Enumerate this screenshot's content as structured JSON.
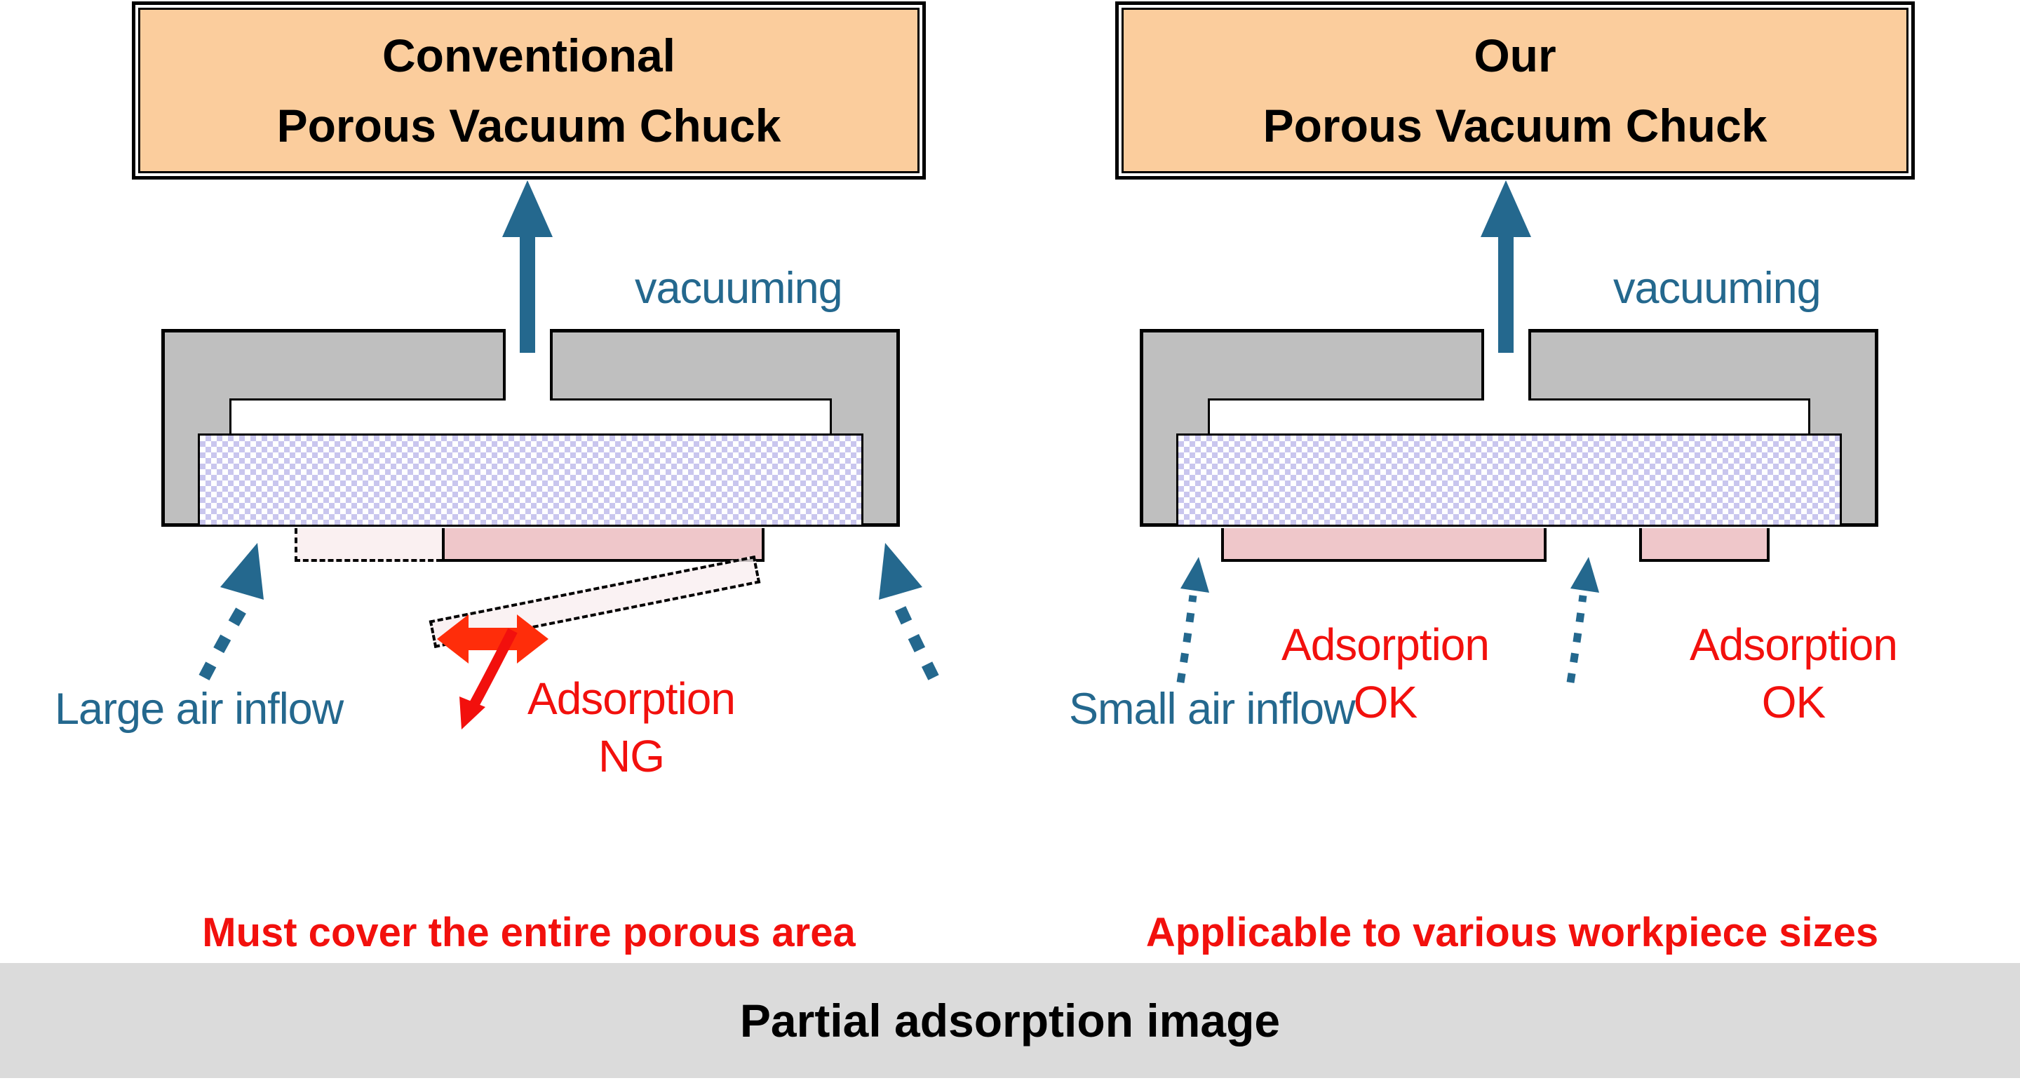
{
  "colors": {
    "teal_arrow_text": "#24688E",
    "red_text": "#F2100D",
    "red_double_arrow": "#FF2D0A",
    "title_fill": "#FBCD9D",
    "chuck_gray": "#BFBFBF",
    "porous_pattern": "#C9C6EE",
    "workpiece_pink": "#EFC7CA",
    "ghost_pink": "#FAF0F1",
    "footer_gray": "#DBDBDB"
  },
  "left": {
    "title_line1": "Conventional",
    "title_line2": "Porous Vacuum Chuck",
    "vacuum_label": "vacuuming",
    "air_label": "Large air inflow",
    "adsorption_line1": "Adsorption",
    "adsorption_line2": "NG",
    "caption": "Must cover the entire porous area"
  },
  "right": {
    "title_line1": "Our",
    "title_line2": "Porous Vacuum Chuck",
    "vacuum_label": "vacuuming",
    "air_label": "Small air inflow",
    "adsorption1_line1": "Adsorption",
    "adsorption1_line2": "OK",
    "adsorption2_line1": "Adsorption",
    "adsorption2_line2": "OK",
    "caption": "Applicable to various workpiece sizes"
  },
  "footer": {
    "label": "Partial adsorption image"
  }
}
